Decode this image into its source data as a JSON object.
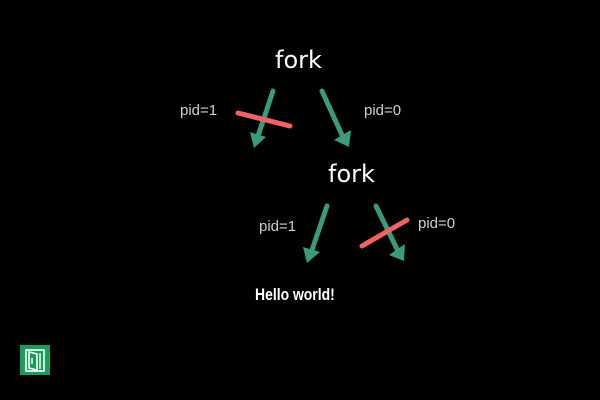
{
  "diagram": {
    "fork_top_label": "fork",
    "fork_second_label": "fork",
    "left_branch_label": "pid=1",
    "right_branch_label": "pid=0",
    "second_left_branch_label": "pid=1",
    "second_right_branch_label": "pid=0",
    "result_label": "Hello world!"
  },
  "colors": {
    "background": "#000000",
    "arrow": "#3a9b7a",
    "strike": "#f06363",
    "logo": "#1a9c5b"
  },
  "icons": {
    "logo": "window-door-logo-icon"
  }
}
